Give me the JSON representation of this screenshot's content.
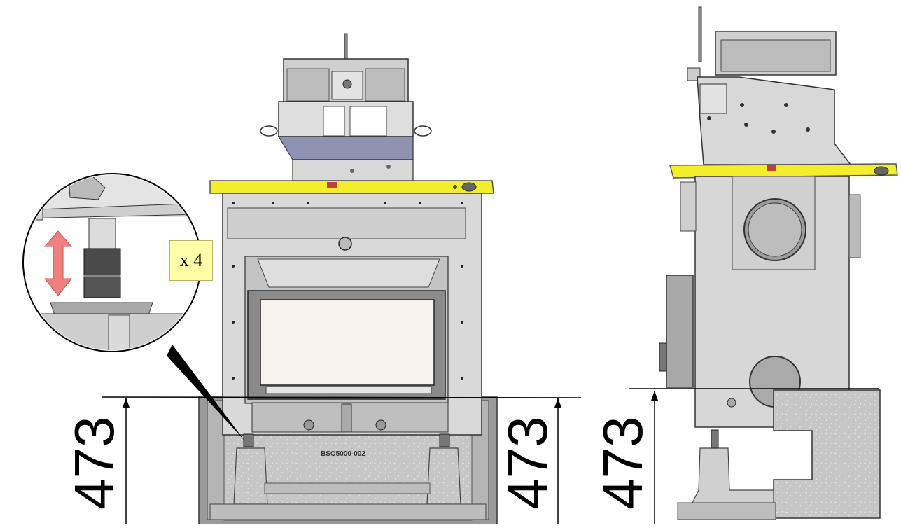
{
  "dimensions": {
    "left_height": "473",
    "center_height": "473",
    "side_height": "473"
  },
  "base_code": "BSO5000-002",
  "detail": {
    "quantity": "x 4",
    "arrow_color": "#f08080",
    "icon": "height-adjust-arrow-icon"
  },
  "colors": {
    "level_bar": "#f2ef2a",
    "bracket_blue": "#8f93b3",
    "stove_body": "#d9d9d9",
    "glass": "#f7f2ee",
    "concrete_base": "#c4c4c4"
  }
}
